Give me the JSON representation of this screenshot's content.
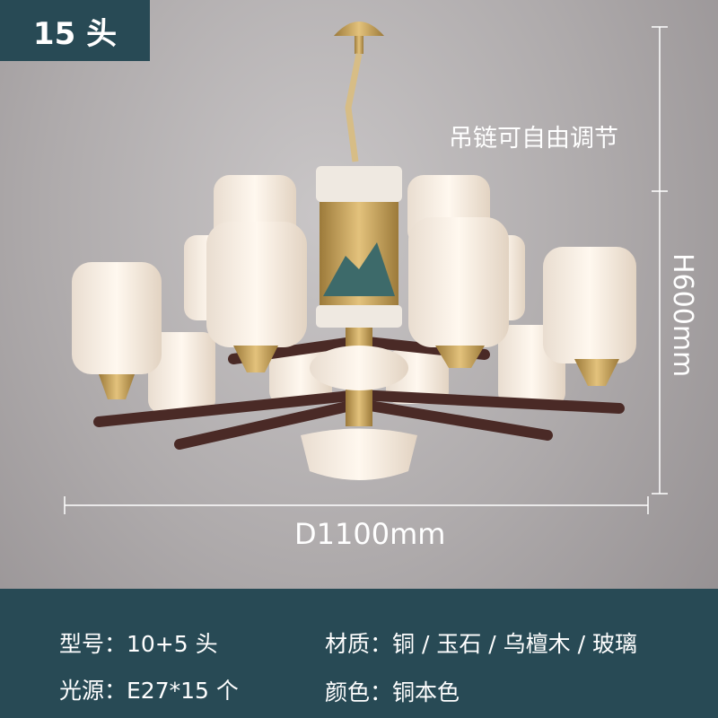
{
  "badge": {
    "text": "15 头"
  },
  "annotations": {
    "chain_adjustable": "吊链可自由调节",
    "height": "H600mm",
    "diameter": "D1100mm"
  },
  "specs": {
    "model": "型号：10+5 头",
    "light_source": "光源：E27*15 个",
    "material": "材质：铜 / 玉石 / 乌檀木 / 玻璃",
    "color": "颜色：铜本色"
  },
  "colors": {
    "panel": "#284a55",
    "brass": "#c9a45a",
    "wood": "#4a2a26",
    "glass": "#f4ece2"
  }
}
